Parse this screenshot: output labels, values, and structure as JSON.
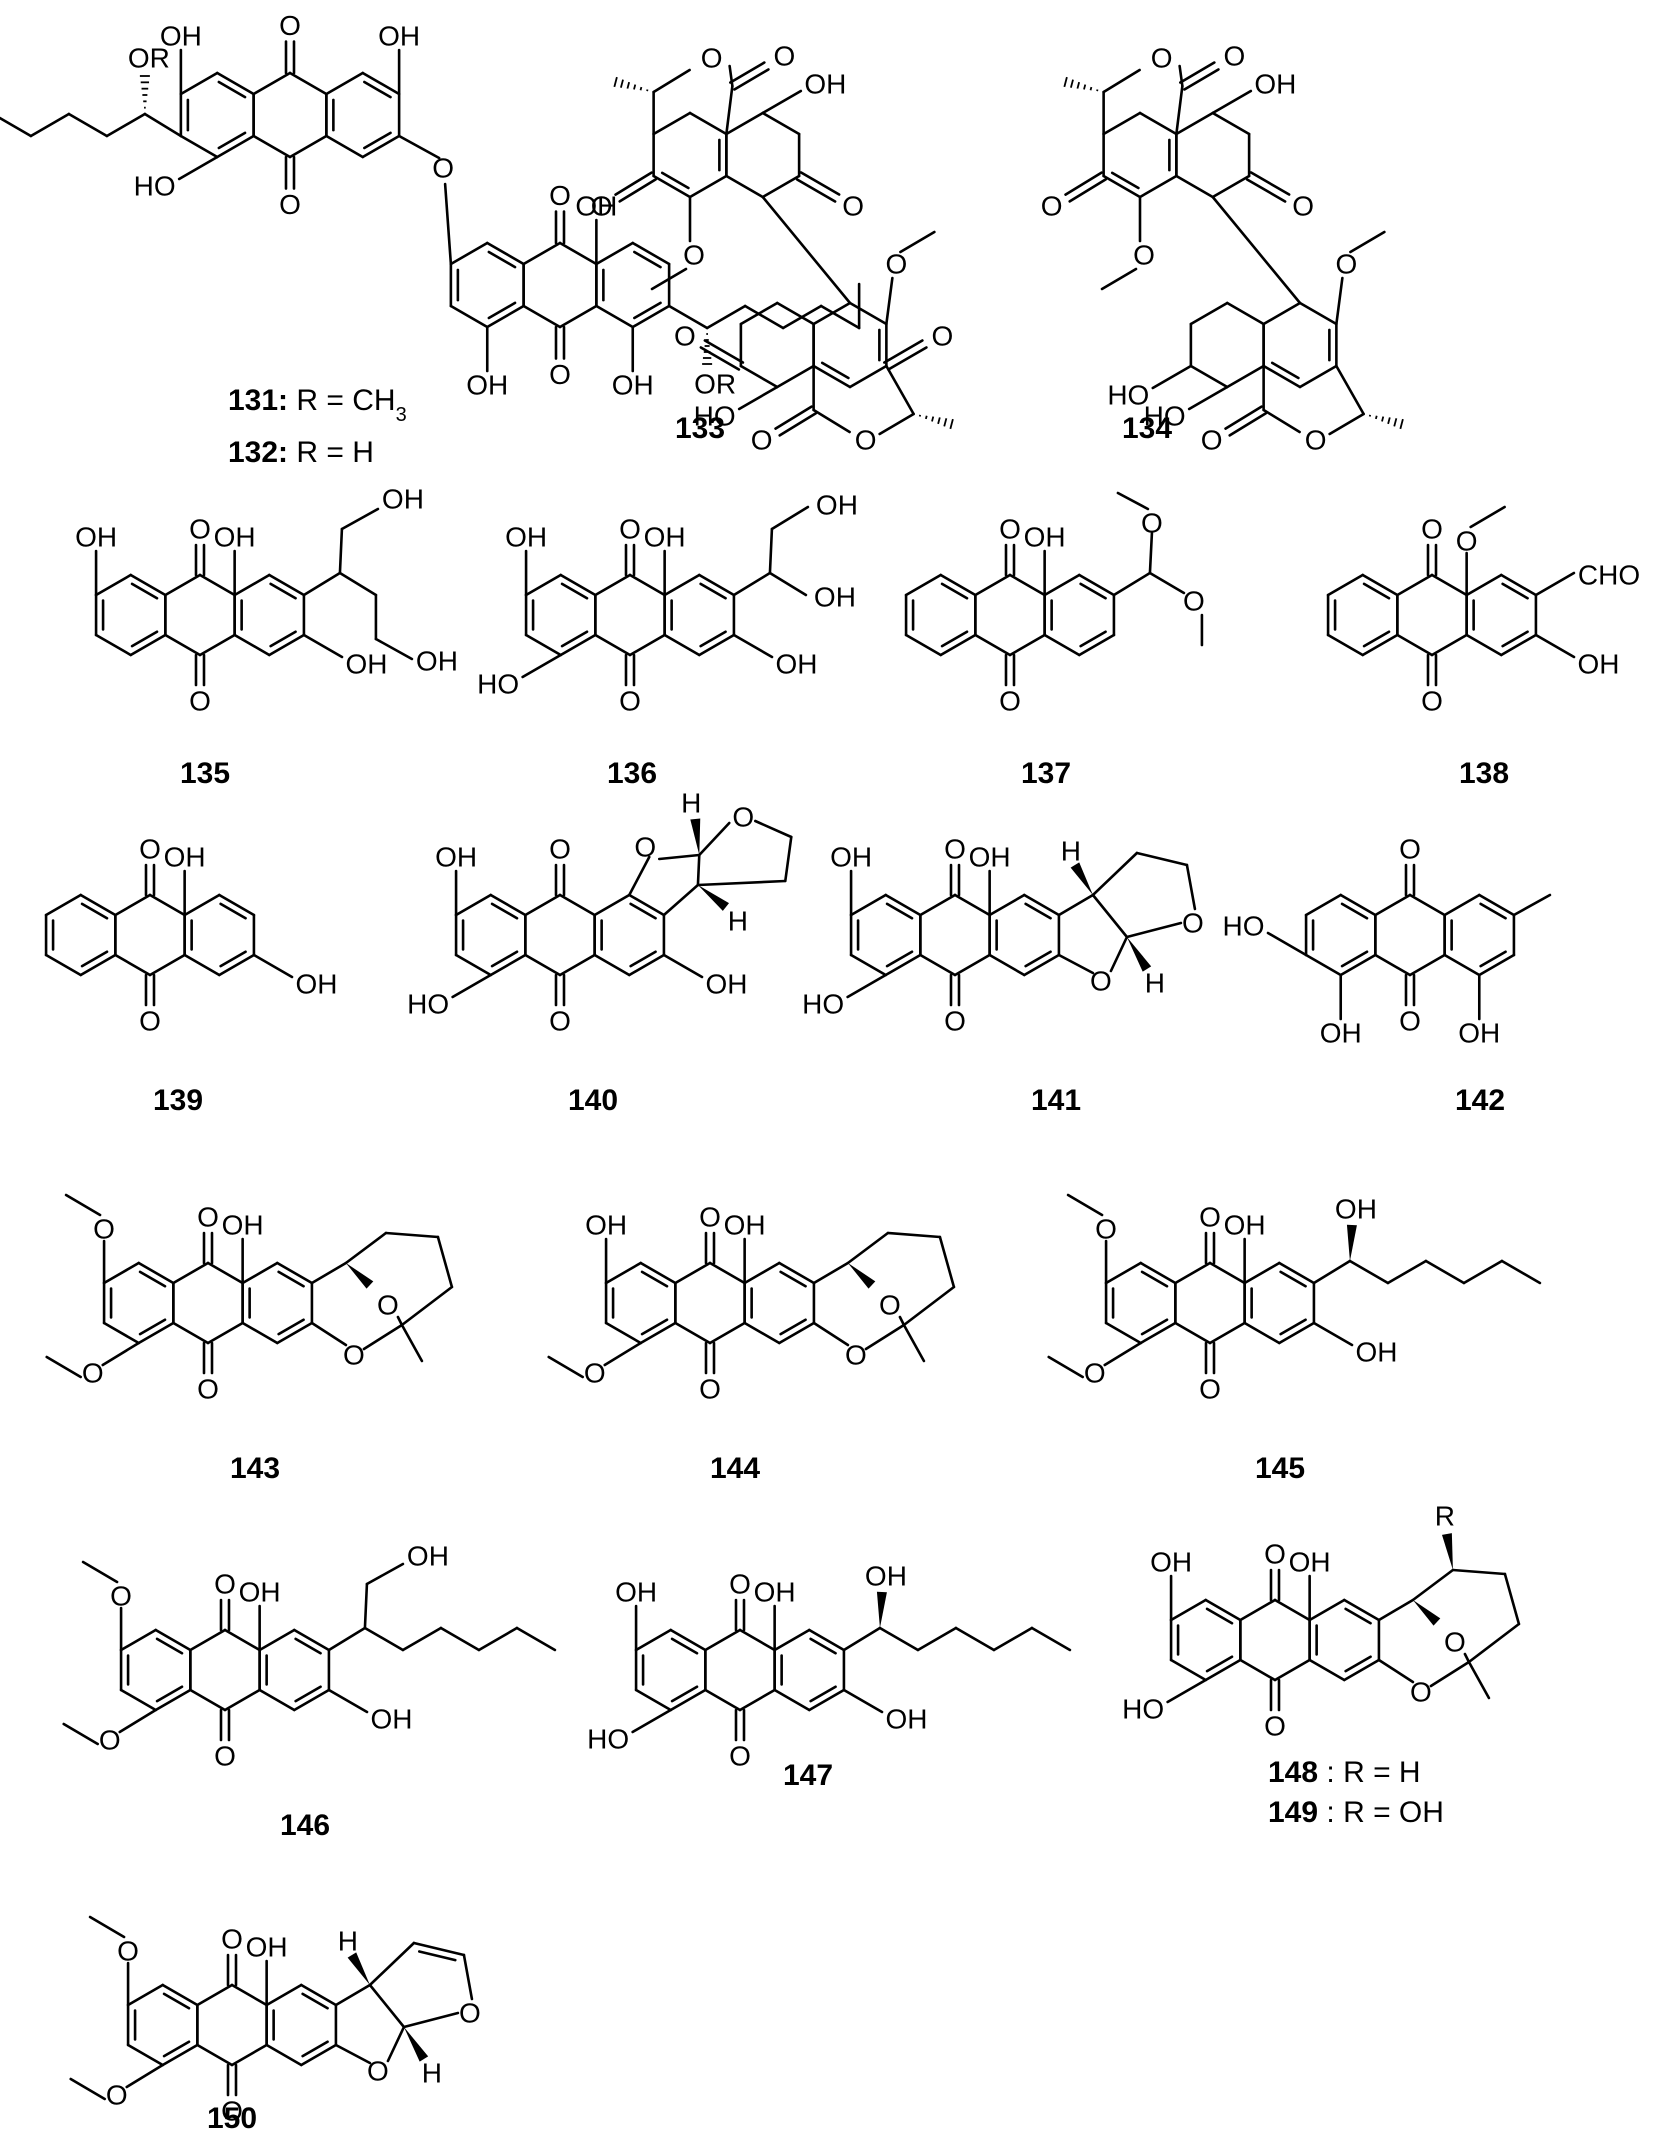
{
  "compounds": [
    {
      "id": "131_132",
      "caption": "",
      "legend": [
        {
          "num": "131:",
          "text": "R = CH",
          "sub": "3"
        },
        {
          "num": "132:",
          "text": "R = H",
          "sub": ""
        }
      ]
    },
    {
      "id": "133",
      "caption": "133"
    },
    {
      "id": "134",
      "caption": "134"
    },
    {
      "id": "135",
      "caption": "135"
    },
    {
      "id": "136",
      "caption": "136"
    },
    {
      "id": "137",
      "caption": "137"
    },
    {
      "id": "138",
      "caption": "138"
    },
    {
      "id": "139",
      "caption": "139"
    },
    {
      "id": "140",
      "caption": "140"
    },
    {
      "id": "141",
      "caption": "141"
    },
    {
      "id": "142",
      "caption": "142"
    },
    {
      "id": "143",
      "caption": "143"
    },
    {
      "id": "144",
      "caption": "144"
    },
    {
      "id": "145",
      "caption": "145"
    },
    {
      "id": "146",
      "caption": "146"
    },
    {
      "id": "147",
      "caption": "147"
    },
    {
      "id": "148_149",
      "caption": "",
      "legend": [
        {
          "num": "148",
          "text": ": R = H",
          "sub": ""
        },
        {
          "num": "149",
          "text": ": R = OH",
          "sub": ""
        }
      ]
    },
    {
      "id": "150",
      "caption": "150"
    }
  ],
  "atom_labels": {
    "oh": "OH",
    "ho": "HO",
    "o": "O",
    "h": "H",
    "cho": "CHO",
    "or": "OR",
    "r": "R"
  }
}
